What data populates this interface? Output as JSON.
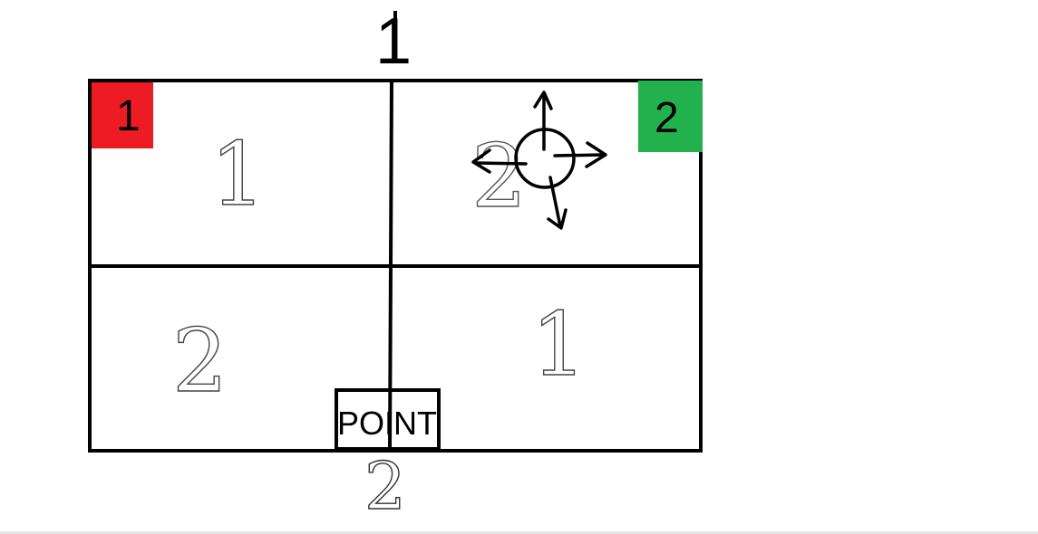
{
  "diagram": {
    "top_label": "1",
    "bottom_label": "2",
    "badges": {
      "left": {
        "text": "1",
        "color": "#ed1c24"
      },
      "right": {
        "text": "2",
        "color": "#22b14c"
      }
    },
    "quadrants": {
      "top_left": "1",
      "top_right": "2",
      "bottom_left": "2",
      "bottom_right": "1"
    },
    "point_box": "POINT",
    "move_cursor_icon": "move-crosshair-icon"
  }
}
